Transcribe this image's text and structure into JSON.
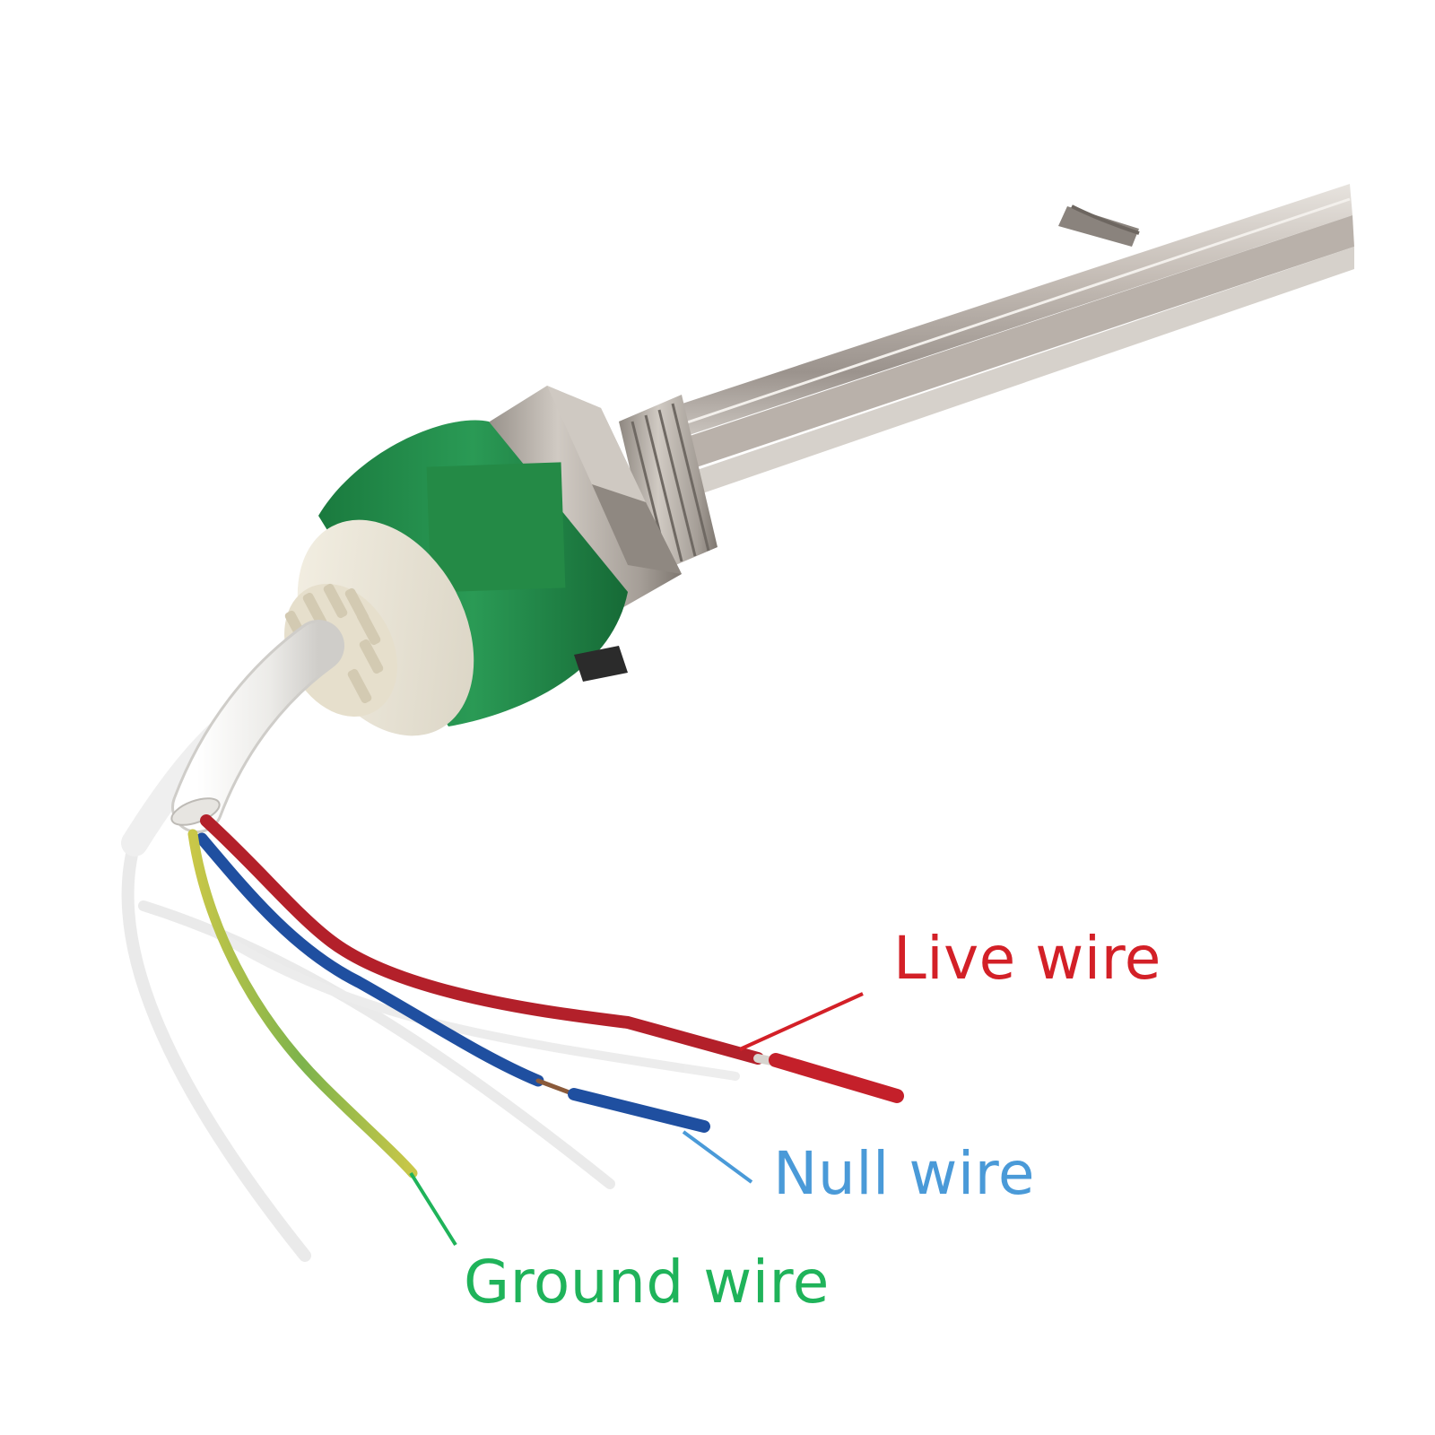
{
  "labels": {
    "live": "Live wire",
    "null": "Null wire",
    "ground": "Ground wire"
  },
  "colors": {
    "live": "#d32027",
    "null": "#4a9ad8",
    "ground": "#1fb35a",
    "live_wire": "#b3202a",
    "null_wire": "#1f4fa0",
    "ground_wire_yellow": "#c8c64a",
    "ground_wire_green": "#6fa84a",
    "housing_green": "#1f8a48",
    "steel": "#b8b0aa"
  },
  "icons": {
    "object": "immersion-heater-element"
  }
}
